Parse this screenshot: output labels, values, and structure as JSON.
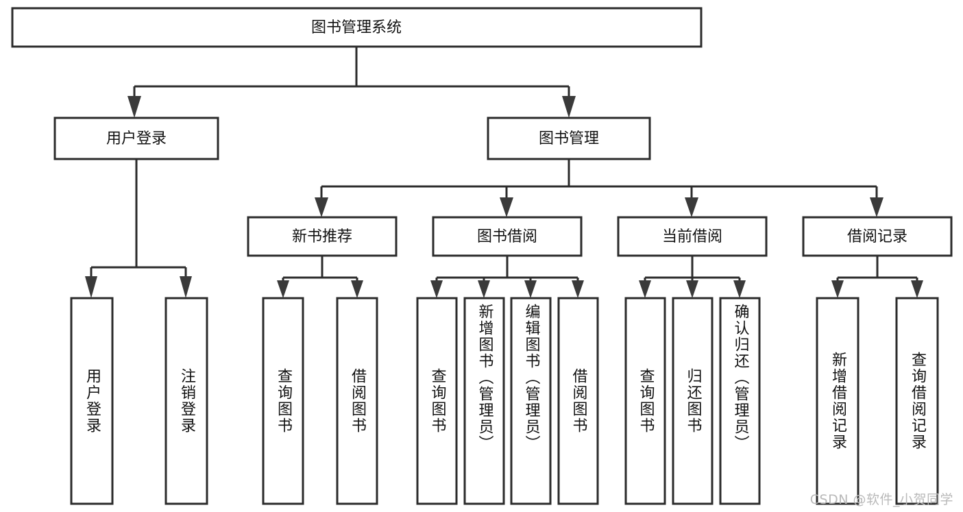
{
  "diagram": {
    "type": "tree-hierarchy",
    "title": "图书管理系统",
    "watermark": "CSDN @软件_小贺同学",
    "colors": {
      "box_stroke": "#2b2b2b",
      "box_fill": "#ffffff",
      "connector": "#2b2b2b",
      "arrow": "#3a3a3a",
      "text": "#111111",
      "watermark": "#b9b9b9",
      "background": "#ffffff"
    },
    "root": {
      "label": "图书管理系统"
    },
    "level2": [
      {
        "id": "user-login",
        "label": "用户登录"
      },
      {
        "id": "book-management",
        "label": "图书管理"
      }
    ],
    "level3": [
      {
        "id": "new-book-recommend",
        "label": "新书推荐"
      },
      {
        "id": "book-borrow",
        "label": "图书借阅"
      },
      {
        "id": "current-borrow",
        "label": "当前借阅"
      },
      {
        "id": "borrow-record",
        "label": "借阅记录"
      }
    ],
    "leaves": [
      {
        "id": "leaf-user-login",
        "label": "用户登录",
        "parent": "user-login"
      },
      {
        "id": "leaf-logout-login",
        "label": "注销登录",
        "parent": "user-login"
      },
      {
        "id": "leaf-query-book-1",
        "label": "查询图书",
        "parent": "new-book-recommend"
      },
      {
        "id": "leaf-borrow-book-1",
        "label": "借阅图书",
        "parent": "new-book-recommend"
      },
      {
        "id": "leaf-query-book-2",
        "label": "查询图书",
        "parent": "book-borrow"
      },
      {
        "id": "leaf-add-book",
        "label": "新增图书（管理员）",
        "parent": "book-borrow"
      },
      {
        "id": "leaf-edit-book",
        "label": "编辑图书（管理员）",
        "parent": "book-borrow"
      },
      {
        "id": "leaf-borrow-book-2",
        "label": "借阅图书",
        "parent": "book-borrow"
      },
      {
        "id": "leaf-query-book-3",
        "label": "查询图书",
        "parent": "current-borrow"
      },
      {
        "id": "leaf-return-book",
        "label": "归还图书",
        "parent": "current-borrow"
      },
      {
        "id": "leaf-confirm-return",
        "label": "确认归还（管理员）",
        "parent": "current-borrow"
      },
      {
        "id": "leaf-add-record",
        "label": "新增借阅记录",
        "parent": "borrow-record"
      },
      {
        "id": "leaf-query-record",
        "label": "查询借阅记录",
        "parent": "borrow-record"
      }
    ]
  }
}
